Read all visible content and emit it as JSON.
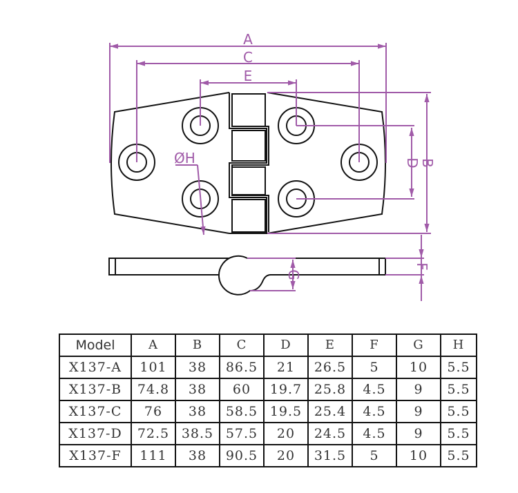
{
  "drawing": {
    "title": "Hinge X137 dimension drawing",
    "dimension_labels": {
      "A": "A",
      "C": "C",
      "E": "E",
      "B": "B",
      "D": "D",
      "F": "F",
      "G": "G",
      "H": "ØH"
    },
    "colors": {
      "dimension": "#a05aa8",
      "outline": "#111111"
    }
  },
  "table": {
    "headers": [
      "Model",
      "A",
      "B",
      "C",
      "D",
      "E",
      "F",
      "G",
      "H"
    ],
    "rows": [
      [
        "X137-A",
        "101",
        "38",
        "86.5",
        "21",
        "26.5",
        "5",
        "10",
        "5.5"
      ],
      [
        "X137-B",
        "74.8",
        "38",
        "60",
        "19.7",
        "25.8",
        "4.5",
        "9",
        "5.5"
      ],
      [
        "X137-C",
        "76",
        "38",
        "58.5",
        "19.5",
        "25.4",
        "4.5",
        "9",
        "5.5"
      ],
      [
        "X137-D",
        "72.5",
        "38.5",
        "57.5",
        "20",
        "24.5",
        "4.5",
        "9",
        "5.5"
      ],
      [
        "X137-F",
        "111",
        "38",
        "90.5",
        "20",
        "31.5",
        "5",
        "10",
        "5.5"
      ]
    ]
  }
}
